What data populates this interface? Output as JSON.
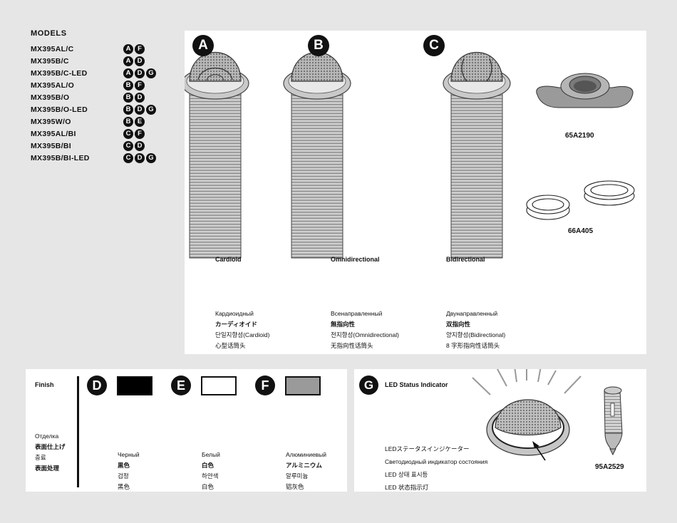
{
  "models": {
    "title": "MODELS",
    "rows": [
      {
        "name": "MX395AL/C",
        "codes": [
          "A",
          "F"
        ]
      },
      {
        "name": "MX395B/C",
        "codes": [
          "A",
          "D"
        ]
      },
      {
        "name": "MX395B/C-LED",
        "codes": [
          "A",
          "D",
          "G"
        ]
      },
      {
        "name": "MX395AL/O",
        "codes": [
          "B",
          "F"
        ]
      },
      {
        "name": "MX395B/O",
        "codes": [
          "B",
          "D"
        ]
      },
      {
        "name": "MX395B/O-LED",
        "codes": [
          "B",
          "D",
          "G"
        ]
      },
      {
        "name": "MX395W/O",
        "codes": [
          "B",
          "E"
        ]
      },
      {
        "name": "MX395AL/BI",
        "codes": [
          "C",
          "F"
        ]
      },
      {
        "name": "MX395B/BI",
        "codes": [
          "C",
          "D"
        ]
      },
      {
        "name": "MX395B/BI-LED",
        "codes": [
          "C",
          "D",
          "G"
        ]
      }
    ]
  },
  "patterns": [
    {
      "badge": "A",
      "label": "Cardioid",
      "lines": [
        "Кардиоидный",
        "カーディオイド",
        "단일지향성(Cardioid)",
        "心型话筒头"
      ]
    },
    {
      "badge": "B",
      "label": "Omnidirectional",
      "lines": [
        "Всенаправленный",
        "無指向性",
        "전지향성(Omnidirectional)",
        "无指向性话筒头"
      ]
    },
    {
      "badge": "C",
      "label": "Bidirectional",
      "lines": [
        "Двунаправленный",
        "双指向性",
        "양지향성(Bidirectional)",
        "8 字形指向性话筒头"
      ]
    }
  ],
  "accessories": [
    {
      "part": "65A2190"
    },
    {
      "part": "66A405"
    }
  ],
  "finish": {
    "label": "Finish",
    "translations": [
      "Отделка",
      "表面仕上げ",
      "충료",
      "表面处理"
    ],
    "options": [
      {
        "badge": "D",
        "color": "#000000",
        "lines": [
          "Черный",
          "黒色",
          "검정",
          "黑色"
        ]
      },
      {
        "badge": "E",
        "color": "#ffffff",
        "lines": [
          "Белый",
          "白色",
          "하얀색",
          "白色"
        ]
      },
      {
        "badge": "F",
        "color": "#9a9a9a",
        "lines": [
          "Алюминиевый",
          "アルミニウム",
          "알루미늄",
          "铝灰色"
        ]
      }
    ]
  },
  "led": {
    "badge": "G",
    "title": "LED Status Indicator",
    "lines": [
      "LEDステータスインジケーター",
      "Светодиодный индикатор состояния",
      "LED 상태 표시등",
      "LED 状态指示灯"
    ],
    "part": "95A2529"
  }
}
